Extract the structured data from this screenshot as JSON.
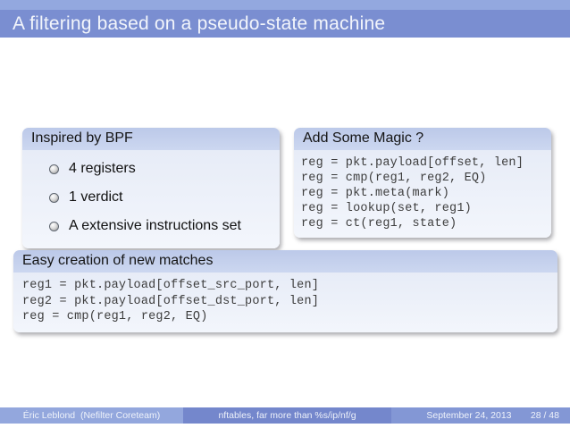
{
  "slide": {
    "title": "A filtering based on a pseudo-state machine"
  },
  "blocks": {
    "bpf": {
      "title": "Inspired by BPF",
      "items": [
        "4 registers",
        "1 verdict",
        "A extensive instructions set"
      ]
    },
    "magic": {
      "title": "Add Some Magic ?",
      "code": [
        "reg = pkt.payload[offset, len]",
        "reg = cmp(reg1, reg2, EQ)",
        "reg = pkt.meta(mark)",
        "reg = lookup(set, reg1)",
        "reg = ct(reg1, state)"
      ]
    },
    "matches": {
      "title": "Easy creation of new matches",
      "code": [
        "reg1 = pkt.payload[offset_src_port, len]",
        "reg2 = pkt.payload[offset_dst_port, len]",
        "reg = cmp(reg1, reg2, EQ)"
      ]
    }
  },
  "footer": {
    "author": "Éric Leblond  (Nefilter Coreteam)",
    "deck_title": "nftables, far more than %s/ip/nf/g",
    "date": "September 24, 2013",
    "page": "28 / 48"
  },
  "colors": {
    "top_strip": "#93a8df",
    "title_bar": "#7a8ed1",
    "block_header": "#c4d0ec",
    "block_body": "#edf1fa",
    "footer_author": "#93a7dd",
    "footer_title": "#7487cc",
    "footer_date": "#8397d5",
    "code_text": "#3d3d3d"
  }
}
